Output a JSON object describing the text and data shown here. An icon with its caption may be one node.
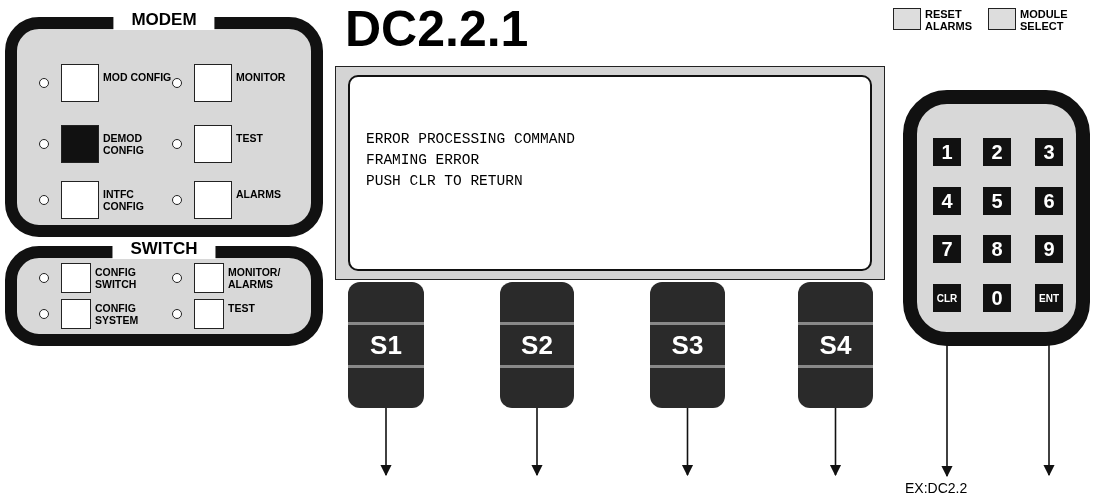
{
  "diagram": {
    "title": "DC2.2.1",
    "nodes": [
      {
        "text": [
          "MODEM"
        ]
      },
      {
        "text": [
          "MOD CONFIG"
        ],
        "in": 0
      },
      {
        "text": [
          "MONITOR"
        ],
        "in": 0
      },
      {
        "text": [
          "DEMOD CONFIG"
        ],
        "in": 0
      },
      {
        "text": [
          "TEST"
        ],
        "in": 0
      },
      {
        "text": [
          "INTFC CONFIG"
        ],
        "in": 0
      },
      {
        "text": [
          "ALARMS"
        ],
        "in": 0
      },
      {
        "text": [
          "SWITCH"
        ]
      },
      {
        "text": [
          "CONFIG SWITCH"
        ],
        "in": 7
      },
      {
        "text": [
          "MONITOR/ ALARMS"
        ],
        "in": 7
      },
      {
        "text": [
          "CONFIG SYSTEM"
        ],
        "in": 7
      },
      {
        "text": [
          "TEST"
        ],
        "in": 7
      },
      {
        "text": [
          "ERROR PROCESSING COMMAND",
          "FRAMING ERROR",
          "PUSH CLR TO RETURN"
        ]
      },
      {
        "text": [
          "RESET ALARMS"
        ]
      },
      {
        "text": [
          "MODULE SELECT"
        ]
      },
      {
        "text": [],
        "shape": "box"
      },
      {
        "text": [
          "1"
        ],
        "in": 15
      },
      {
        "text": [
          "2"
        ],
        "in": 15
      },
      {
        "text": [
          "3"
        ],
        "in": 15
      },
      {
        "text": [
          "4"
        ],
        "in": 15
      },
      {
        "text": [
          "5"
        ],
        "in": 15
      },
      {
        "text": [
          "6"
        ],
        "in": 15
      },
      {
        "text": [
          "7"
        ],
        "in": 15
      },
      {
        "text": [
          "8"
        ],
        "in": 15
      },
      {
        "text": [
          "9"
        ],
        "in": 15
      },
      {
        "text": [
          "CLR"
        ],
        "in": 15
      },
      {
        "text": [
          "0"
        ],
        "in": 15
      },
      {
        "text": [
          "ENT"
        ],
        "in": 15
      },
      {
        "text": [
          "S1"
        ]
      },
      {
        "text": [
          "S2"
        ]
      },
      {
        "text": [
          "S3"
        ]
      },
      {
        "text": [
          "S4"
        ]
      },
      {
        "text": [
          "EX:DC2.2"
        ]
      }
    ],
    "edges": [
      {
        "from": 28,
        "to": null,
        "arrow": "to"
      },
      {
        "from": 29,
        "to": null,
        "arrow": "to"
      },
      {
        "from": 30,
        "to": null,
        "arrow": "to"
      },
      {
        "from": 31,
        "to": null,
        "arrow": "to"
      },
      {
        "from": 25,
        "to": 32,
        "arrow": "to"
      },
      {
        "from": 27,
        "to": null,
        "arrow": "to"
      }
    ]
  }
}
